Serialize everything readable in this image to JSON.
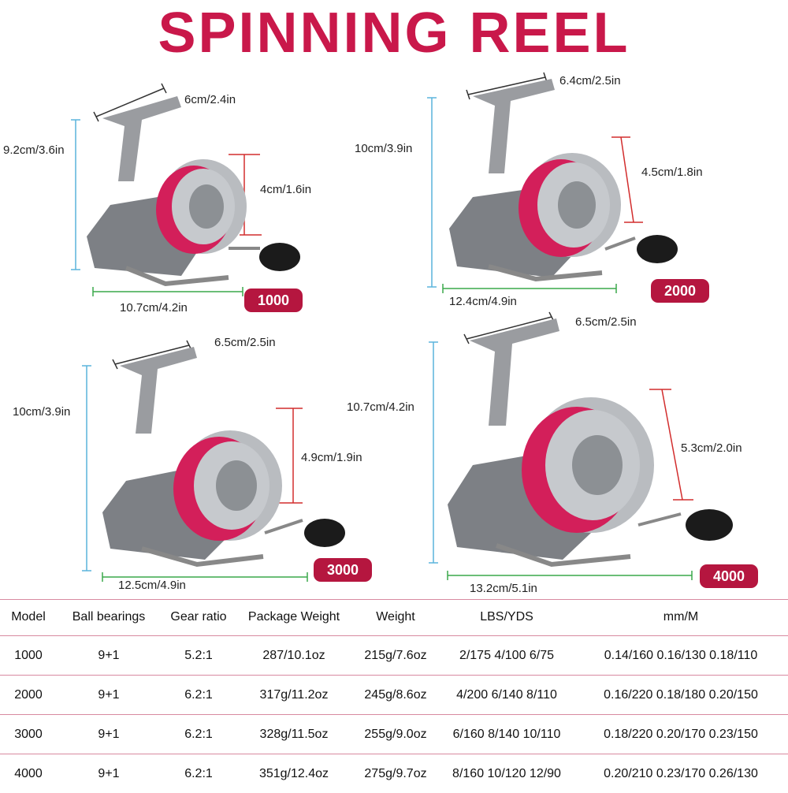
{
  "title": "SPINNING REEL",
  "reels": [
    {
      "model": "1000",
      "height": "9.2cm/3.6in",
      "width": "10.7cm/4.2in",
      "arm": "6cm/2.4in",
      "spool": "4cm/1.6in"
    },
    {
      "model": "2000",
      "height": "10cm/3.9in",
      "width": "12.4cm/4.9in",
      "arm": "6.4cm/2.5in",
      "spool": "4.5cm/1.8in"
    },
    {
      "model": "3000",
      "height": "10cm/3.9in",
      "width": "12.5cm/4.9in",
      "arm": "6.5cm/2.5in",
      "spool": "4.9cm/1.9in"
    },
    {
      "model": "4000",
      "height": "10.7cm/4.2in",
      "width": "13.2cm/5.1in",
      "arm": "6.5cm/2.5in",
      "spool": "5.3cm/2.0in"
    }
  ],
  "table": {
    "headers": [
      "Model",
      "Ball bearings",
      "Gear ratio",
      "Package Weight",
      "Weight",
      "LBS/YDS",
      "mm/M"
    ],
    "rows": [
      [
        "1000",
        "9+1",
        "5.2:1",
        "287/10.1oz",
        "215g/7.6oz",
        "2/175 4/100 6/75",
        "0.14/160 0.16/130 0.18/110"
      ],
      [
        "2000",
        "9+1",
        "6.2:1",
        "317g/11.2oz",
        "245g/8.6oz",
        "4/200 6/140 8/110",
        "0.16/220 0.18/180 0.20/150"
      ],
      [
        "3000",
        "9+1",
        "6.2:1",
        "328g/11.5oz",
        "255g/9.0oz",
        "6/160 8/140 10/110",
        "0.18/220 0.20/170 0.23/150"
      ],
      [
        "4000",
        "9+1",
        "6.2:1",
        "351g/12.4oz",
        "275g/9.7oz",
        "8/160 10/120 12/90",
        "0.20/210 0.23/170 0.26/130"
      ]
    ]
  },
  "colors": {
    "accent": "#c9184a",
    "badge": "#b5163f",
    "height_line": "#5ab4dc",
    "width_line": "#3aa84a",
    "spool_line": "#d22d2d"
  }
}
